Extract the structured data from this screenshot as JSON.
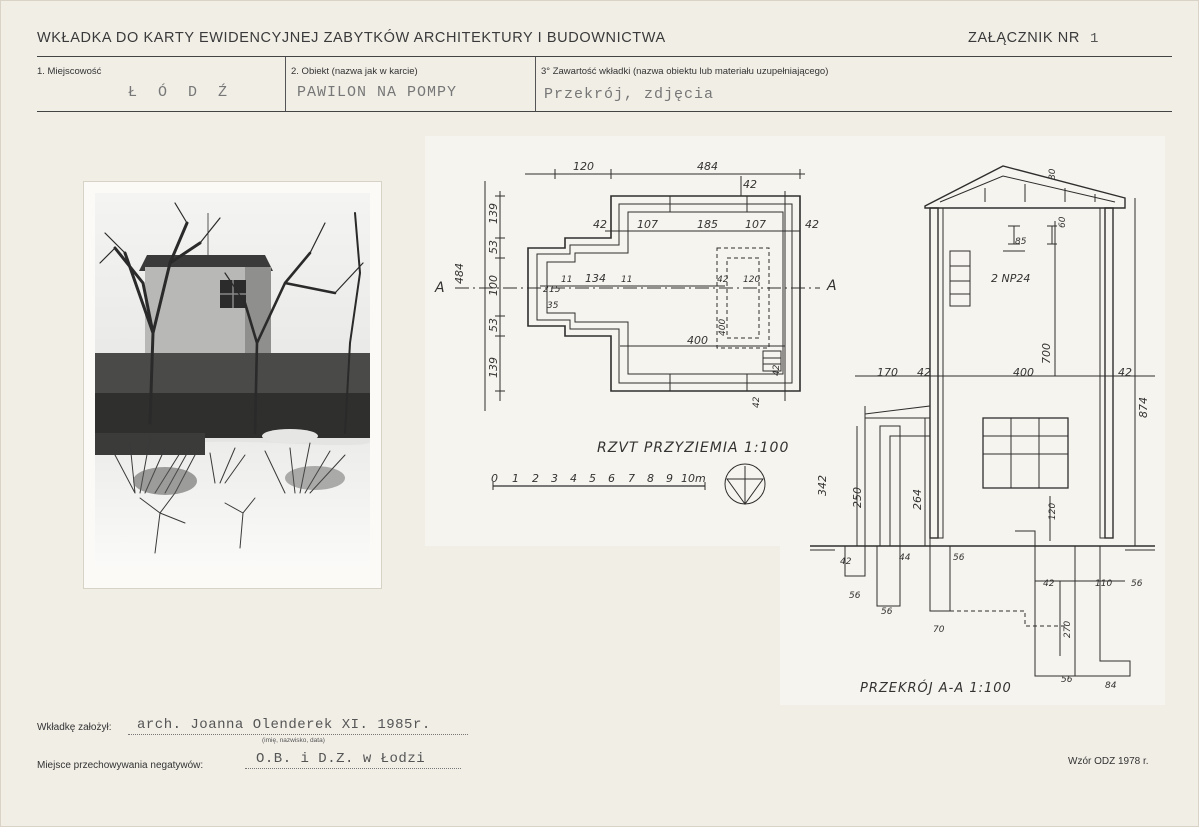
{
  "header": {
    "title": "WKŁADKA DO KARTY EWIDENCYJNEJ ZABYTKÓW ARCHITEKTURY I BUDOWNICTWA",
    "annex_label": "ZAŁĄCZNIK NR",
    "annex_number": "1"
  },
  "fields": {
    "locality_label": "1. Miejscowość",
    "locality_value": "Ł Ó D Ź",
    "object_label": "2. Obiekt (nazwa jak w karcie)",
    "object_value": "PAWILON NA POMPY",
    "content_label": "3° Zawartość wkładki (nazwa obiektu lub materiału uzupełniającego)",
    "content_value": "Przekrój, zdjęcia"
  },
  "drawing": {
    "plan_title": "RZVT PRZYZIEMIA 1:100",
    "section_title": "PRZEKRÓJ A-A 1:100",
    "scale_labels": [
      "0",
      "1",
      "2",
      "3",
      "4",
      "5",
      "6",
      "7",
      "8",
      "9",
      "10m"
    ],
    "section_marker": "A",
    "beam_label": "2 NP24",
    "plan_dims": {
      "top_left": "120",
      "top_total": "484",
      "top_right": "42",
      "left_total": "484",
      "left_a": "139",
      "left_b": "53",
      "left_c": "100",
      "left_d": "53",
      "left_e": "139",
      "inner_a": "42",
      "inner_b": "107",
      "inner_c": "185",
      "inner_d": "107",
      "inner_e": "42",
      "mid_a": "134",
      "mid_b": "11",
      "mid_c": "11",
      "mid_d": "42",
      "mid_e": "120",
      "mid_f": "400",
      "small_a": "2",
      "small_b": "15",
      "small_c": "35",
      "bottom": "400",
      "right_a": "42",
      "right_b": "42"
    },
    "section_dims": {
      "roof": "80",
      "top_a": "60",
      "top_b": "85",
      "left_ext": "170",
      "wall_a": "42",
      "interior": "400",
      "wall_b": "42",
      "height_inner": "700",
      "height_total": "874",
      "lower_a": "342",
      "lower_b": "250",
      "lower_c": "264",
      "lower_d": "120",
      "foot_a": "42",
      "foot_b": "44",
      "foot_c": "56",
      "foot_d": "56",
      "foot_e": "56",
      "foot_f": "70",
      "foot_g": "42",
      "foot_h": "110",
      "foot_i": "56",
      "foot_j": "270",
      "foot_k": "56",
      "foot_l": "84"
    }
  },
  "footer": {
    "founded_label": "Wkładkę założył:",
    "founded_value": "arch. Joanna Olenderek XI. 1985r.",
    "founded_hint": "(imię, nazwisko, data)",
    "storage_label": "Miejsce przechowywania negatywów:",
    "storage_value": "O.B. i D.Z. w Łodzi",
    "pattern": "Wzór ODZ 1978 r."
  }
}
